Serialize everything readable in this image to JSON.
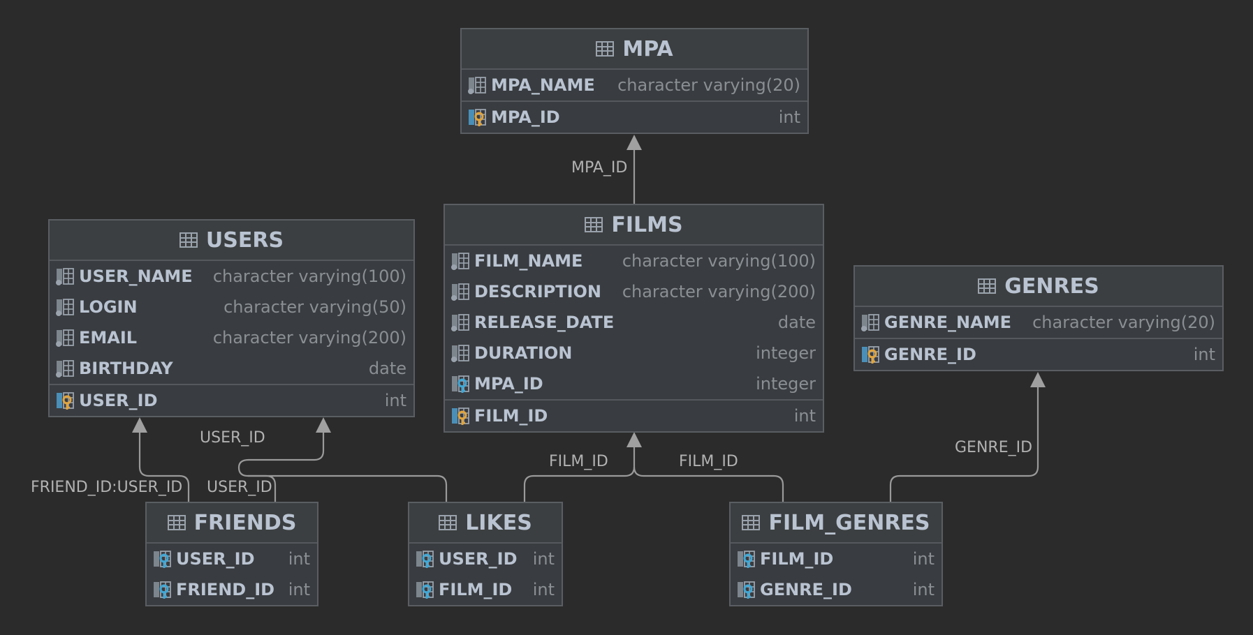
{
  "colors": {
    "background": "#2b2b2b",
    "table_bg": "#393c40",
    "header_bg": "#3c3f41",
    "border": "#5a5e63",
    "name_text": "#b9c3d1",
    "type_text": "#8a8f94",
    "pk_key": "#e2a53c",
    "fk_key": "#3fa8d6",
    "connector": "#9a9a9a"
  },
  "tables": [
    {
      "id": "mpa",
      "name": "MPA",
      "columns": [
        {
          "name": "MPA_NAME",
          "type": "character varying(20)",
          "icon": "column-icon"
        }
      ],
      "key_columns": [
        {
          "name": "MPA_ID",
          "type": "int",
          "icon": "primary-key-icon"
        }
      ]
    },
    {
      "id": "films",
      "name": "FILMS",
      "columns": [
        {
          "name": "FILM_NAME",
          "type": "character varying(100)",
          "icon": "column-icon"
        },
        {
          "name": "DESCRIPTION",
          "type": "character varying(200)",
          "icon": "column-icon"
        },
        {
          "name": "RELEASE_DATE",
          "type": "date",
          "icon": "column-icon"
        },
        {
          "name": "DURATION",
          "type": "integer",
          "icon": "column-icon"
        },
        {
          "name": "MPA_ID",
          "type": "integer",
          "icon": "foreign-key-icon"
        }
      ],
      "key_columns": [
        {
          "name": "FILM_ID",
          "type": "int",
          "icon": "primary-key-icon"
        }
      ]
    },
    {
      "id": "users",
      "name": "USERS",
      "columns": [
        {
          "name": "USER_NAME",
          "type": "character varying(100)",
          "icon": "column-icon"
        },
        {
          "name": "LOGIN",
          "type": "character varying(50)",
          "icon": "column-icon"
        },
        {
          "name": "EMAIL",
          "type": "character varying(200)",
          "icon": "column-icon"
        },
        {
          "name": "BIRTHDAY",
          "type": "date",
          "icon": "column-icon"
        }
      ],
      "key_columns": [
        {
          "name": "USER_ID",
          "type": "int",
          "icon": "primary-key-icon"
        }
      ]
    },
    {
      "id": "genres",
      "name": "GENRES",
      "columns": [
        {
          "name": "GENRE_NAME",
          "type": "character varying(20)",
          "icon": "column-icon"
        }
      ],
      "key_columns": [
        {
          "name": "GENRE_ID",
          "type": "int",
          "icon": "primary-key-icon"
        }
      ]
    },
    {
      "id": "friends",
      "name": "FRIENDS",
      "columns": [
        {
          "name": "USER_ID",
          "type": "int",
          "icon": "foreign-key-icon"
        },
        {
          "name": "FRIEND_ID",
          "type": "int",
          "icon": "foreign-key-icon"
        }
      ],
      "key_columns": []
    },
    {
      "id": "likes",
      "name": "LIKES",
      "columns": [
        {
          "name": "USER_ID",
          "type": "int",
          "icon": "foreign-key-icon"
        },
        {
          "name": "FILM_ID",
          "type": "int",
          "icon": "foreign-key-icon"
        }
      ],
      "key_columns": []
    },
    {
      "id": "film_genres",
      "name": "FILM_GENRES",
      "columns": [
        {
          "name": "FILM_ID",
          "type": "int",
          "icon": "foreign-key-icon"
        },
        {
          "name": "GENRE_ID",
          "type": "int",
          "icon": "foreign-key-icon"
        }
      ],
      "key_columns": []
    }
  ],
  "relationships": [
    {
      "from": "films",
      "to": "mpa",
      "label": "MPA_ID"
    },
    {
      "from": "friends",
      "to": "users",
      "label": "FRIEND_ID:USER_ID"
    },
    {
      "from": "friends",
      "to": "users",
      "label": "USER_ID"
    },
    {
      "from": "likes",
      "to": "users",
      "label": "USER_ID"
    },
    {
      "from": "likes",
      "to": "films",
      "label": "FILM_ID"
    },
    {
      "from": "film_genres",
      "to": "films",
      "label": "FILM_ID"
    },
    {
      "from": "film_genres",
      "to": "genres",
      "label": "GENRE_ID"
    }
  ]
}
